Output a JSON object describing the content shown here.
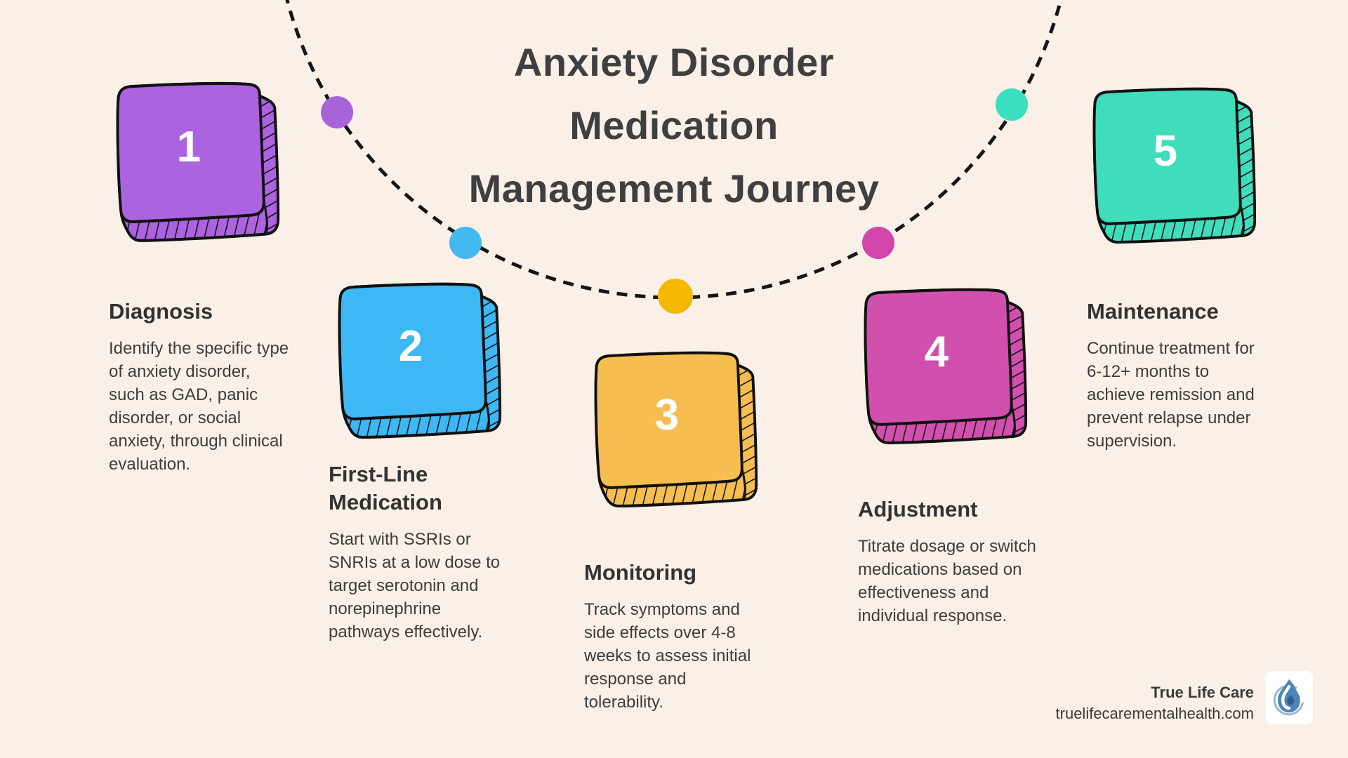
{
  "title": {
    "line1": "Anxiety Disorder",
    "line2": "Medication",
    "line3": "Management Journey"
  },
  "steps": [
    {
      "number": "1",
      "label": "Diagnosis",
      "description": "Identify the specific type of anxiety disorder, such as GAD, panic disorder, or social anxiety, through clinical evaluation.",
      "color": "#AB63DF",
      "dot_color": "#A763D9"
    },
    {
      "number": "2",
      "label": "First-Line Medication",
      "description": "Start with SSRIs or SNRIs at a low dose to target serotonin and norepinephrine pathways effectively.",
      "color": "#3DB8F5",
      "dot_color": "#44B9EF"
    },
    {
      "number": "3",
      "label": "Monitoring",
      "description": "Track symptoms and side effects over 4-8 weeks to assess initial response and tolerability.",
      "color": "#F6BE50",
      "dot_color": "#F5B800"
    },
    {
      "number": "4",
      "label": "Adjustment",
      "description": "Titrate dosage or switch medications based on effectiveness and individual response.",
      "color": "#D150AE",
      "dot_color": "#D245AB"
    },
    {
      "number": "5",
      "label": "Maintenance",
      "description": "Continue treatment for 6-12+ months to achieve remission and prevent relapse under supervision.",
      "color": "#3FDDBC",
      "dot_color": "#38E0C1"
    }
  ],
  "footer": {
    "brand": "True Life Care",
    "website": "truelifecarementalhealth.com",
    "logo_icon": "water-drop-icon"
  },
  "colors": {
    "background": "#FAF0E7",
    "title_text": "#3F3F3F",
    "body_text": "#3D3D3D",
    "arc": "#151515"
  }
}
